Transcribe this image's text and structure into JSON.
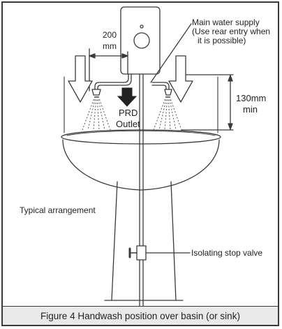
{
  "labels": {
    "dim_width_value": "200",
    "dim_width_unit": "mm",
    "supply_line1": "Main water supply",
    "supply_line2": "(Use rear entry when",
    "supply_line3": "it is possible)",
    "height_value": "130mm",
    "height_unit": "min",
    "prd_line1": "PRD",
    "prd_line2": "Outlet",
    "arrangement": "Typical arrangement",
    "valve": "Isolating stop valve"
  },
  "caption": "Figure 4  Handwash position over basin (or sink)"
}
